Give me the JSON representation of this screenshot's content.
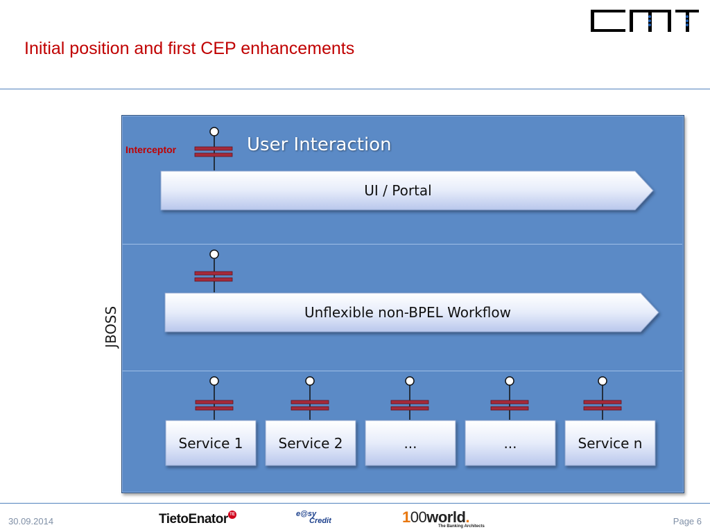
{
  "slide": {
    "title": "Initial position and first CEP enhancements",
    "footer_date": "30.09.2014",
    "footer_page": "Page 6"
  },
  "diagram": {
    "container_label": "JBOSS",
    "section_title": "User Interaction",
    "interceptor_label": "Interceptor",
    "ui_arrow_label": "UI / Portal",
    "workflow_arrow_label": "Unflexible non-BPEL Workflow",
    "services": [
      "Service 1",
      "Service 2",
      "...",
      "...",
      "Service n"
    ]
  },
  "logos": {
    "tieto": "TietoEnator",
    "tieto_badge": "TE",
    "easy_line1": "e@sy",
    "easy_line2": "Credit",
    "world_one": "1",
    "world_oo": "00",
    "world_word": "world",
    "world_dot": ".",
    "world_tagline": "The Banking Architects"
  },
  "colors": {
    "title": "#c00000",
    "panel": "#5b8ac6",
    "interceptor": "#a52a3a",
    "rule": "#4f81bd"
  }
}
